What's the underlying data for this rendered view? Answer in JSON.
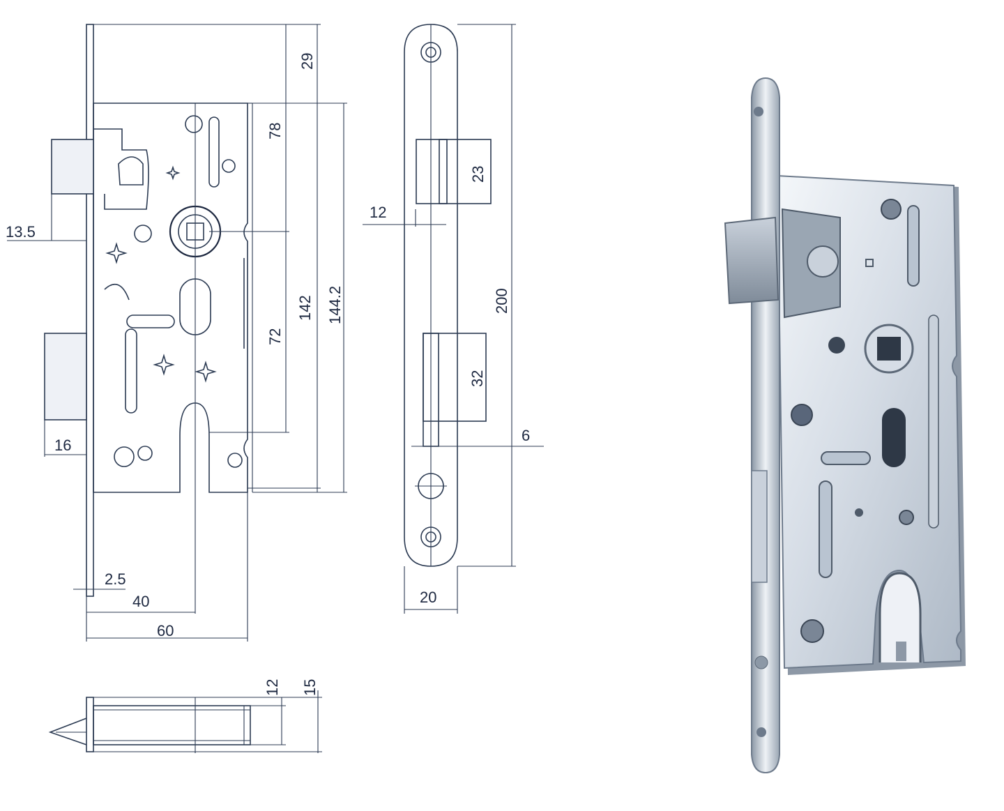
{
  "drawing": {
    "front_view": {
      "dims": {
        "top_to_hub": "29",
        "hub_to_top_lock": "78",
        "hub_to_keyhole": "72",
        "lock_height": "142",
        "case_height": "144.2",
        "latch_projection": "13.5",
        "bolt_projection": "16",
        "faceplate_thickness": "2.5",
        "backset": "40",
        "case_depth": "60"
      }
    },
    "side_view": {
      "dims": {
        "latch_height": "23",
        "latch_offset": "12",
        "faceplate_length": "200",
        "bolt_height": "32",
        "bolt_offset": "6",
        "faceplate_width": "20"
      }
    },
    "bottom_view": {
      "dims": {
        "case_width": "12",
        "overall_width": "15"
      }
    }
  },
  "colors": {
    "line": "#2b3a52",
    "metal_light": "#dfe6ee",
    "metal_mid": "#b9c4d1",
    "metal_dark": "#6d7a8b"
  }
}
